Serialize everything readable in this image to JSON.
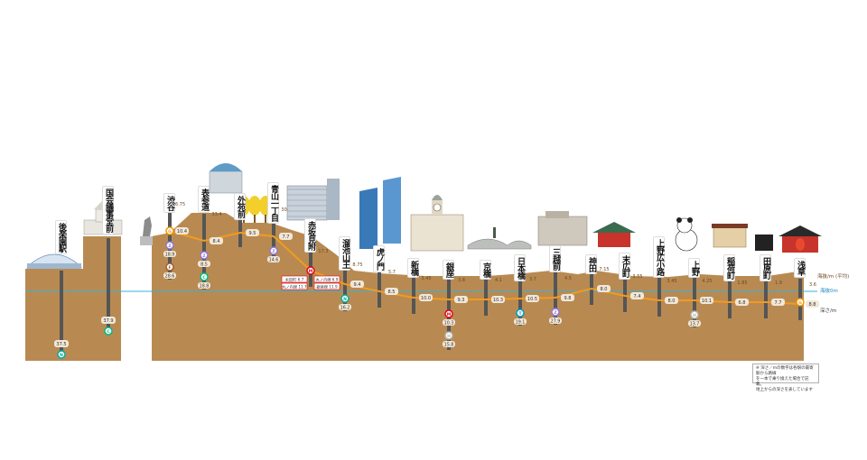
{
  "colors": {
    "ground": "#b88a52",
    "ground_dark": "#a57a45",
    "shaft": "#555555",
    "route": "#f39a1e",
    "sea_level": "#3ab0d8",
    "ginza_line": "#f39700",
    "marunouchi_line": "#e60012",
    "hanzomon_line": "#8f76d6",
    "namboku_line": "#00ac9b",
    "hibiya_line": "#b5b5ac",
    "chiyoda_line": "#00bb85",
    "fukutoshin_line": "#9c5e31",
    "tozai_line": "#009bbf"
  },
  "legend": {
    "elevation": "海抜/m",
    "elevation_sub": "(平均)",
    "sea_level": "海抜0m",
    "depth": "深さ/m"
  },
  "note": {
    "line1": "※ 深さ／mの数字は各駅の最寄駅から路線",
    "line2": "を一本で乗り換えた場合で記載。",
    "line3": "地上からの深さを表しています"
  },
  "left_stations": [
    {
      "name": "後楽園駅",
      "elevation": "",
      "depth": "37.5",
      "badge": "N",
      "badge_color": "#00ac9b"
    },
    {
      "name": "国会議事堂前",
      "elevation": "",
      "depth": "37.9",
      "badge": "C",
      "badge_color": "#00bb85"
    }
  ],
  "stations": [
    {
      "name": "渋谷",
      "elevation": "16.75",
      "route_depth": "10.4",
      "other_depths": [
        {
          "value": "18.9",
          "badge": "Z",
          "color": "#8f76d6"
        },
        {
          "value": "28.6",
          "badge": "F",
          "color": "#9c5e31"
        }
      ]
    },
    {
      "name": "表参道",
      "elevation": "33.4",
      "route_depth": "8.4",
      "other_depths": [
        {
          "value": "8.5",
          "badge": "Z",
          "color": "#8f76d6"
        },
        {
          "value": "18.8",
          "badge": "C",
          "color": "#00bb85"
        }
      ]
    },
    {
      "name": "外苑前",
      "elevation": "",
      "route_depth": "9.5",
      "other_depths": []
    },
    {
      "name": "青山一丁目",
      "elevation": "30.9",
      "route_depth": "7.7",
      "other_depths": [
        {
          "value": "14.6",
          "badge": "Z",
          "color": "#8f76d6"
        }
      ]
    },
    {
      "name": "赤坂見附",
      "elevation": "17.3",
      "route_depth": "",
      "other_depths": [],
      "boxes": [
        "永田町 6.7",
        "丸ノ内線 11.7",
        "丸ノ内線 6.9",
        "銀座線 11.9"
      ]
    },
    {
      "name": "溜池山王",
      "elevation": "8.75",
      "route_depth": "9.4",
      "other_depths": [
        {
          "value": "16.2",
          "badge": "N",
          "color": "#00ac9b"
        }
      ]
    },
    {
      "name": "虎ノ門",
      "elevation": "5.7",
      "route_depth": "8.5",
      "other_depths": []
    },
    {
      "name": "新橋",
      "elevation": "3.45",
      "route_depth": "10.0",
      "other_depths": []
    },
    {
      "name": "銀座",
      "elevation": "3.8",
      "route_depth": "9.3",
      "other_depths": [
        {
          "value": "10.3",
          "badge": "M",
          "color": "#e60012"
        },
        {
          "value": "15.8",
          "badge": "H",
          "color": "#b5b5ac"
        }
      ]
    },
    {
      "name": "京橋",
      "elevation": "4.1",
      "route_depth": "10.3",
      "other_depths": []
    },
    {
      "name": "日本橋",
      "elevation": "3.7",
      "route_depth": "10.5",
      "other_depths": [
        {
          "value": "19.1",
          "badge": "T",
          "color": "#009bbf"
        }
      ]
    },
    {
      "name": "三越前",
      "elevation": "4.5",
      "route_depth": "9.8",
      "other_depths": [
        {
          "value": "27.9",
          "badge": "Z",
          "color": "#8f76d6"
        }
      ]
    },
    {
      "name": "神田",
      "elevation": "7.15",
      "route_depth": "8.0",
      "other_depths": []
    },
    {
      "name": "末広町",
      "elevation": "3.55",
      "route_depth": "7.4",
      "other_depths": []
    },
    {
      "name": "上野広小路",
      "elevation": "3.45",
      "route_depth": "8.0",
      "other_depths": []
    },
    {
      "name": "上野",
      "elevation": "4.25",
      "route_depth": "10.1",
      "other_depths": [
        {
          "value": "13.7",
          "badge": "H",
          "color": "#b5b5ac"
        }
      ]
    },
    {
      "name": "稲荷町",
      "elevation": "1.85",
      "route_depth": "6.8",
      "other_depths": []
    },
    {
      "name": "田原町",
      "elevation": "1.9",
      "route_depth": "7.7",
      "other_depths": []
    },
    {
      "name": "浅草",
      "elevation": "3.6",
      "route_depth": "8.8",
      "other_depths": []
    }
  ],
  "icon_names": [
    "dome-icon",
    "diet-building-icon",
    "hachiko-statue-icon",
    "omotesando-hills-icon",
    "ginkgo-trees-icon",
    "office-building-icon",
    "glass-tower-icon",
    "wako-clock-tower-icon",
    "nihonbashi-bridge-icon",
    "mitsukoshi-building-icon",
    "kanda-shrine-icon",
    "panda-icon",
    "shop-icon",
    "sign-board-icon",
    "kaminarimon-gate-icon"
  ]
}
